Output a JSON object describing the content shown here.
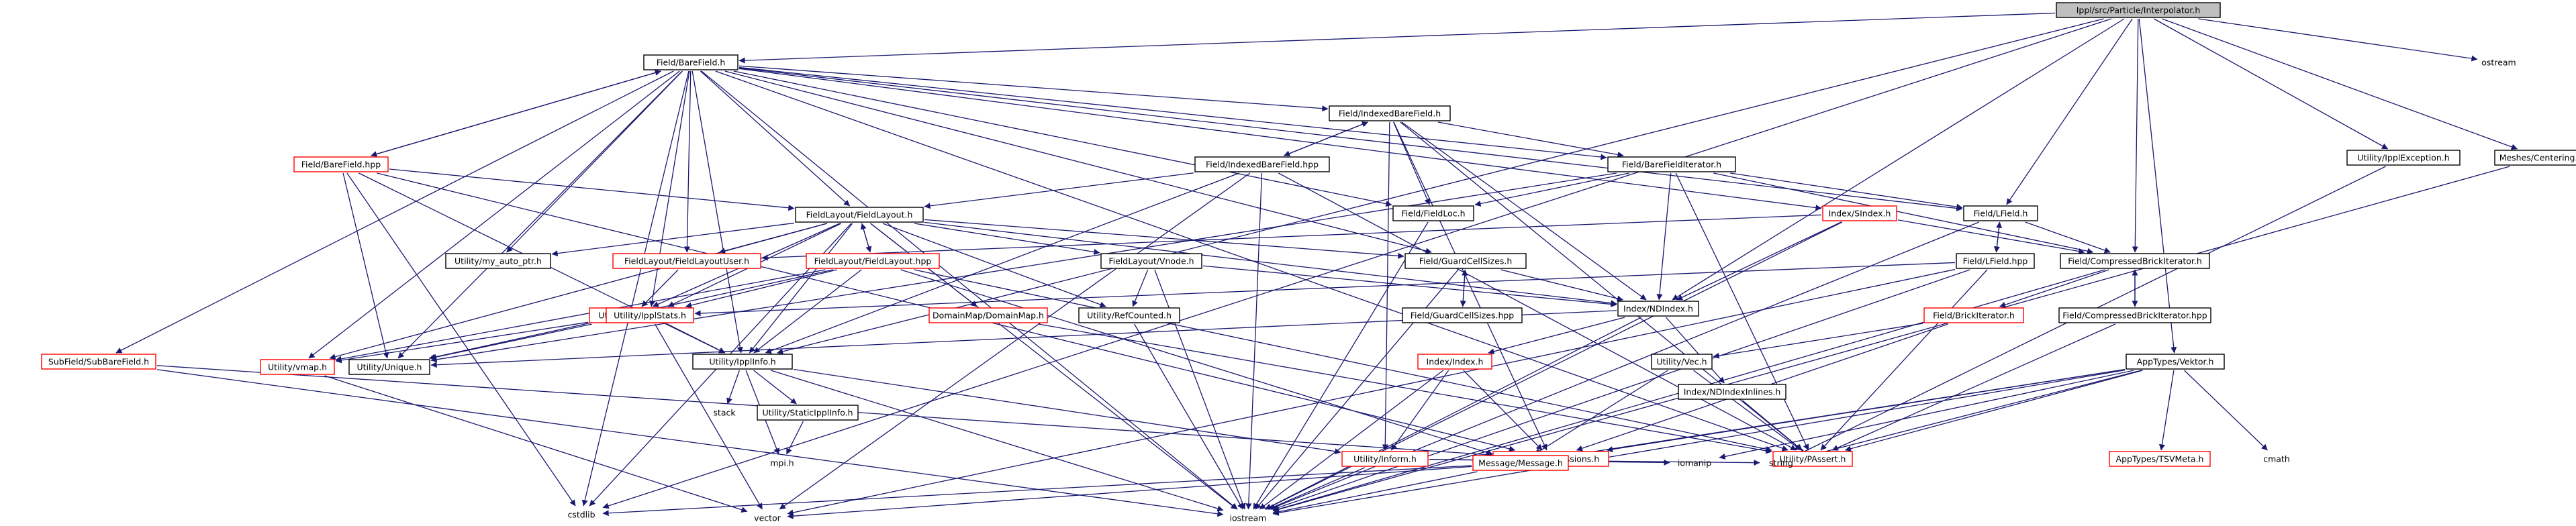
{
  "nodes": [
    {
      "id": "root",
      "label": "Ippl/src/Particle/Interpolator.h",
      "kind": "root"
    },
    {
      "id": "ostream",
      "label": "ostream",
      "kind": "sys"
    },
    {
      "id": "bf",
      "label": "Field/BareField.h",
      "kind": "plain"
    },
    {
      "id": "ipplexc",
      "label": "Utility/IpplException.h",
      "kind": "plain"
    },
    {
      "id": "meshcent",
      "label": "Meshes/Centering.h",
      "kind": "plain"
    },
    {
      "id": "bfhpp",
      "label": "Field/BareField.hpp",
      "kind": "red"
    },
    {
      "id": "ibf",
      "label": "Field/IndexedBareField.h",
      "kind": "plain"
    },
    {
      "id": "ibfhpp",
      "label": "Field/IndexedBareField.hpp",
      "kind": "plain"
    },
    {
      "id": "bfi",
      "label": "Field/BareFieldIterator.h",
      "kind": "plain"
    },
    {
      "id": "fl",
      "label": "FieldLayout/FieldLayout.h",
      "kind": "plain"
    },
    {
      "id": "floc",
      "label": "Field/FieldLoc.h",
      "kind": "plain"
    },
    {
      "id": "sindex",
      "label": "Index/SIndex.h",
      "kind": "red"
    },
    {
      "id": "lfield",
      "label": "Field/LField.h",
      "kind": "plain"
    },
    {
      "id": "myauto",
      "label": "Utility/my_auto_ptr.h",
      "kind": "plain"
    },
    {
      "id": "fluser",
      "label": "FieldLayout/FieldLayoutUser.h",
      "kind": "red"
    },
    {
      "id": "flhpp",
      "label": "FieldLayout/FieldLayout.hpp",
      "kind": "red"
    },
    {
      "id": "vnode",
      "label": "FieldLayout/Vnode.h",
      "kind": "plain"
    },
    {
      "id": "gcs",
      "label": "Field/GuardCellSizes.h",
      "kind": "plain"
    },
    {
      "id": "cbi",
      "label": "Field/CompressedBrickIterator.h",
      "kind": "plain"
    },
    {
      "id": "lfieldhpp",
      "label": "Field/LField.hpp",
      "kind": "plain"
    },
    {
      "id": "ulist",
      "label": "Utility/UserList.h",
      "kind": "red"
    },
    {
      "id": "stats",
      "label": "Utility/IpplStats.h",
      "kind": "red"
    },
    {
      "id": "dmap",
      "label": "DomainMap/DomainMap.h",
      "kind": "red"
    },
    {
      "id": "refc",
      "label": "Utility/RefCounted.h",
      "kind": "plain"
    },
    {
      "id": "gcshpp",
      "label": "Field/GuardCellSizes.hpp",
      "kind": "plain"
    },
    {
      "id": "ndindex",
      "label": "Index/NDIndex.h",
      "kind": "plain"
    },
    {
      "id": "bricki",
      "label": "Field/BrickIterator.h",
      "kind": "red"
    },
    {
      "id": "cbihpp",
      "label": "Field/CompressedBrickIterator.hpp",
      "kind": "plain"
    },
    {
      "id": "subbf",
      "label": "SubField/SubBareField.h",
      "kind": "red"
    },
    {
      "id": "vmap",
      "label": "Utility/vmap.h",
      "kind": "red"
    },
    {
      "id": "unique",
      "label": "Utility/Unique.h",
      "kind": "plain"
    },
    {
      "id": "ipplinfo",
      "label": "Utility/IpplInfo.h",
      "kind": "plain"
    },
    {
      "id": "index",
      "label": "Index/Index.h",
      "kind": "red"
    },
    {
      "id": "vec",
      "label": "Utility/Vec.h",
      "kind": "plain"
    },
    {
      "id": "ndinl",
      "label": "Index/NDIndexInlines.h",
      "kind": "plain"
    },
    {
      "id": "vektor",
      "label": "AppTypes/Vektor.h",
      "kind": "plain"
    },
    {
      "id": "stack",
      "label": "stack",
      "kind": "sys"
    },
    {
      "id": "sii",
      "label": "Utility/StaticIpplInfo.h",
      "kind": "plain"
    },
    {
      "id": "inform",
      "label": "Utility/Inform.h",
      "kind": "red"
    },
    {
      "id": "pete",
      "label": "PETE/IpplExpressions.h",
      "kind": "red"
    },
    {
      "id": "passert",
      "label": "Utility/PAssert.h",
      "kind": "red"
    },
    {
      "id": "tsv",
      "label": "AppTypes/TSVMeta.h",
      "kind": "red"
    },
    {
      "id": "cmath",
      "label": "cmath",
      "kind": "sys"
    },
    {
      "id": "mpi",
      "label": "mpi.h",
      "kind": "sys"
    },
    {
      "id": "iomanip",
      "label": "iomanip",
      "kind": "sys"
    },
    {
      "id": "string",
      "label": "string",
      "kind": "sys"
    },
    {
      "id": "msg",
      "label": "Message/Message.h",
      "kind": "red"
    },
    {
      "id": "cstdlib",
      "label": "cstdlib",
      "kind": "sys"
    },
    {
      "id": "vector",
      "label": "vector",
      "kind": "sys"
    },
    {
      "id": "iostream",
      "label": "iostream",
      "kind": "sys"
    }
  ],
  "edges": [
    [
      "root",
      "ostream"
    ],
    [
      "root",
      "bf"
    ],
    [
      "root",
      "ipplexc"
    ],
    [
      "root",
      "meshcent"
    ],
    [
      "root",
      "lfield"
    ],
    [
      "root",
      "cbi"
    ],
    [
      "root",
      "ndindex"
    ],
    [
      "root",
      "vektor"
    ],
    [
      "root",
      "ipplinfo"
    ],
    [
      "root",
      "cstdlib"
    ],
    [
      "bf",
      "bfhpp"
    ],
    [
      "bf",
      "ibf"
    ],
    [
      "bf",
      "bfi"
    ],
    [
      "bf",
      "fl"
    ],
    [
      "bf",
      "floc"
    ],
    [
      "bf",
      "sindex"
    ],
    [
      "bf",
      "lfield"
    ],
    [
      "bf",
      "gcs"
    ],
    [
      "bf",
      "myauto"
    ],
    [
      "bf",
      "fluser"
    ],
    [
      "bf",
      "subbf"
    ],
    [
      "bf",
      "vmap"
    ],
    [
      "bf",
      "unique"
    ],
    [
      "bf",
      "ipplinfo"
    ],
    [
      "bf",
      "stats"
    ],
    [
      "bf",
      "cstdlib"
    ],
    [
      "bf",
      "iostream"
    ],
    [
      "bf",
      "passert"
    ],
    [
      "bfhpp",
      "bf"
    ],
    [
      "bfhpp",
      "fl"
    ],
    [
      "bfhpp",
      "ipplinfo"
    ],
    [
      "bfhpp",
      "unique"
    ],
    [
      "bfhpp",
      "cstdlib"
    ],
    [
      "bfhpp",
      "pete"
    ],
    [
      "ibf",
      "ibfhpp"
    ],
    [
      "ibf",
      "bfi"
    ],
    [
      "ibf",
      "floc"
    ],
    [
      "ibf",
      "ndindex"
    ],
    [
      "ibf",
      "pete"
    ],
    [
      "ibf",
      "passert"
    ],
    [
      "ibf",
      "inform"
    ],
    [
      "ibfhpp",
      "ibf"
    ],
    [
      "ibfhpp",
      "fl"
    ],
    [
      "ibfhpp",
      "iostream"
    ],
    [
      "ibfhpp",
      "vector"
    ],
    [
      "ibfhpp",
      "passert"
    ],
    [
      "ibfhpp",
      "ipplinfo"
    ],
    [
      "bfi",
      "floc"
    ],
    [
      "bfi",
      "lfield"
    ],
    [
      "bfi",
      "cbi"
    ],
    [
      "bfi",
      "ndindex"
    ],
    [
      "bfi",
      "passert"
    ],
    [
      "bfi",
      "unique"
    ],
    [
      "fl",
      "flhpp"
    ],
    [
      "fl",
      "fluser"
    ],
    [
      "fl",
      "vnode"
    ],
    [
      "fl",
      "gcs"
    ],
    [
      "fl",
      "dmap"
    ],
    [
      "fl",
      "refc"
    ],
    [
      "fl",
      "ndindex"
    ],
    [
      "fl",
      "myauto"
    ],
    [
      "fl",
      "vmap"
    ],
    [
      "fl",
      "ulist"
    ],
    [
      "fl",
      "stats"
    ],
    [
      "fl",
      "ipplinfo"
    ],
    [
      "fl",
      "iostream"
    ],
    [
      "fl",
      "cstdlib"
    ],
    [
      "flhpp",
      "fl"
    ],
    [
      "flhpp",
      "ipplinfo"
    ],
    [
      "flhpp",
      "unique"
    ],
    [
      "flhpp",
      "stats"
    ],
    [
      "flhpp",
      "passert"
    ],
    [
      "flhpp",
      "msg"
    ],
    [
      "flhpp",
      "vmap"
    ],
    [
      "floc",
      "iostream"
    ],
    [
      "sindex",
      "fluser"
    ],
    [
      "sindex",
      "ndindex"
    ],
    [
      "sindex",
      "cbi"
    ],
    [
      "sindex",
      "iostream"
    ],
    [
      "lfield",
      "lfieldhpp"
    ],
    [
      "lfield",
      "cbi"
    ],
    [
      "lfield",
      "iostream"
    ],
    [
      "lfieldhpp",
      "lfield"
    ],
    [
      "lfieldhpp",
      "stats"
    ],
    [
      "lfieldhpp",
      "passert"
    ],
    [
      "lfieldhpp",
      "iostream"
    ],
    [
      "lfieldhpp",
      "vector"
    ],
    [
      "fluser",
      "ulist"
    ],
    [
      "vnode",
      "ndindex"
    ],
    [
      "vnode",
      "refc"
    ],
    [
      "vnode",
      "iostream"
    ],
    [
      "gcs",
      "gcshpp"
    ],
    [
      "gcs",
      "ndindex"
    ],
    [
      "gcs",
      "iostream"
    ],
    [
      "gcshpp",
      "gcs"
    ],
    [
      "cbi",
      "cbihpp"
    ],
    [
      "cbi",
      "bricki"
    ],
    [
      "cbi",
      "iostream"
    ],
    [
      "cbihpp",
      "cbi"
    ],
    [
      "cbihpp",
      "passert"
    ],
    [
      "bricki",
      "vec"
    ],
    [
      "bricki",
      "pete"
    ],
    [
      "ulist",
      "unique"
    ],
    [
      "ulist",
      "vmap"
    ],
    [
      "stats",
      "ipplinfo"
    ],
    [
      "stats",
      "vector"
    ],
    [
      "dmap",
      "passert"
    ],
    [
      "refc",
      "iostream"
    ],
    [
      "ndindex",
      "index"
    ],
    [
      "ndindex",
      "ndinl"
    ],
    [
      "ndindex",
      "unique"
    ],
    [
      "ndindex",
      "iostream"
    ],
    [
      "ndinl",
      "passert"
    ],
    [
      "index",
      "pete"
    ],
    [
      "index",
      "inform"
    ],
    [
      "index",
      "iostream"
    ],
    [
      "vec",
      "passert"
    ],
    [
      "vec",
      "msg"
    ],
    [
      "vektor",
      "passert"
    ],
    [
      "vektor",
      "tsv"
    ],
    [
      "vektor",
      "cmath"
    ],
    [
      "vektor",
      "iomanip"
    ],
    [
      "vektor",
      "string"
    ],
    [
      "vektor",
      "iostream"
    ],
    [
      "vektor",
      "msg"
    ],
    [
      "vektor",
      "pete"
    ],
    [
      "subbf",
      "pete"
    ],
    [
      "subbf",
      "iostream"
    ],
    [
      "vmap",
      "vector"
    ],
    [
      "ipplinfo",
      "stack"
    ],
    [
      "ipplinfo",
      "sii"
    ],
    [
      "ipplinfo",
      "inform"
    ],
    [
      "ipplinfo",
      "iostream"
    ],
    [
      "ipplinfo",
      "mpi"
    ],
    [
      "sii",
      "mpi"
    ],
    [
      "inform",
      "iomanip"
    ],
    [
      "inform",
      "iostream"
    ],
    [
      "inform",
      "string"
    ],
    [
      "pete",
      "msg"
    ],
    [
      "passert",
      "string"
    ],
    [
      "msg",
      "cstdlib"
    ],
    [
      "msg",
      "vector"
    ],
    [
      "msg",
      "iostream"
    ],
    [
      "ipplexc",
      "string"
    ],
    [
      "meshcent",
      "iostream"
    ]
  ]
}
